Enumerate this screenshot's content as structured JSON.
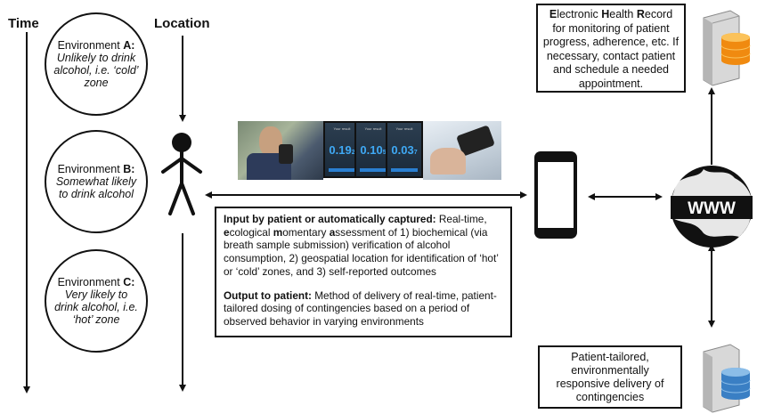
{
  "headers": {
    "time": "Time",
    "location": "Location"
  },
  "environments": [
    {
      "title_prefix": "Environment ",
      "letter": "A:",
      "desc": "Unlikely to drink alcohol, i.e. ‘cold’ zone"
    },
    {
      "title_prefix": "Environment ",
      "letter": "B:",
      "desc": "Somewhat likely to drink alcohol"
    },
    {
      "title_prefix": "Environment ",
      "letter": "C:",
      "desc": "Very likely to drink alcohol, i.e. ‘hot’ zone"
    }
  ],
  "ehr": {
    "e": "E",
    "lectronic": "lectronic ",
    "h": "H",
    "ealth": "ealth ",
    "r": "R",
    "ecord": "ecord",
    "rest": "for monitoring of patient progress, adherence, etc. If necessary, contact patient and schedule a needed appointment."
  },
  "info": {
    "input_head": "Input by patient or automatically captured:",
    "input_t1": " Real-time, ",
    "e": "e",
    "cological": "cological ",
    "m": "m",
    "omentary": "omentary ",
    "a": "a",
    "ssessment": "ssessment",
    "input_rest": " of 1) biochemical (via breath sample submission) verification of alcohol consumption, 2) geospatial location for identification of ‘hot’ or ‘cold’ zones, and 3) self-reported outcomes",
    "output_head": "Output to patient:",
    "output_rest": " Method of delivery of real-time, patient-tailored dosing of contingencies based on a period of observed behavior in varying environments"
  },
  "patient_box": "Patient-tailored, environmentally responsive delivery of contingencies",
  "www_label": "WWW",
  "breath_readings": [
    {
      "label": "Your result",
      "value": "0.19",
      "sub": "2"
    },
    {
      "label": "Your result",
      "value": "0.10",
      "sub": "5"
    },
    {
      "label": "Your result",
      "value": "0.03",
      "sub": "7"
    }
  ],
  "icons": [
    "stick-figure-icon",
    "smartphone-icon",
    "globe-www-icon",
    "server-database-icon"
  ]
}
